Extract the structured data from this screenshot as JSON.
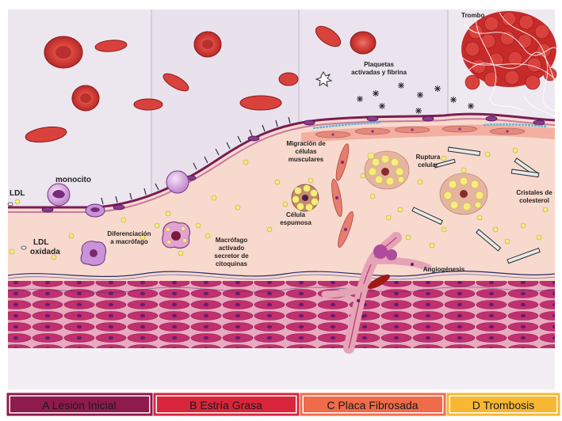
{
  "labels": {
    "trombo": "Trombo",
    "plaquetas_1": "Plaquetas",
    "plaquetas_2": "activadas y fibrina",
    "migracion_1": "Migración de",
    "migracion_2": "células",
    "migracion_3": "musculares",
    "ruptura_1": "Ruptura",
    "ruptura_2": "celular",
    "cristales_1": "Cristales de",
    "cristales_2": "colesterol",
    "monocito": "monocito",
    "ldl": "LDL",
    "ldl_oxidada_1": "LDL",
    "ldl_oxidada_2": "oxidada",
    "diferenciacion_1": "Diferenciación",
    "diferenciacion_2": "a macrófago",
    "macrofago_1": "Macrófago",
    "macrofago_2": "activado",
    "macrofago_3": "secretor de",
    "macrofago_4": "citoquinas",
    "celula_espumosa_1": "Célula",
    "celula_espumosa_2": "espumosa",
    "angiogenesis": "Angiogénesis"
  },
  "stages": [
    {
      "label": "A Lesión Inicial",
      "color": "#8f1a4c"
    },
    {
      "label": "B Estría Grasa",
      "color": "#d9253c"
    },
    {
      "label": "C Placa Fibrosada",
      "color": "#ef6b4a"
    },
    {
      "label": "D Trombosis",
      "color": "#f7b733"
    }
  ],
  "colors": {
    "lumen": "#ece6ee",
    "intima": "#f8d8cc",
    "rbc": "#d9423c",
    "muscle": "#c0306e",
    "lipid": "#f4e86a"
  }
}
